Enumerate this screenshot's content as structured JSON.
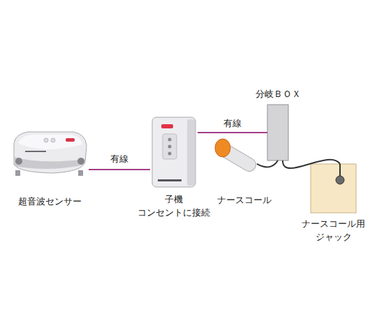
{
  "diagram": {
    "nodes": [
      {
        "text": [
          "超音波センサー"
        ]
      },
      {
        "text": [
          "子機 コンセントに接続"
        ]
      },
      {
        "text": [
          "分岐ＢＯＸ"
        ]
      },
      {
        "text": [
          "ナースコール"
        ]
      },
      {
        "text": [
          "ナースコール用 ジャック"
        ]
      }
    ],
    "edges": [
      {
        "from": 0,
        "to": 1,
        "label": "有線",
        "arrow": "none"
      },
      {
        "from": 1,
        "to": 2,
        "label": "有線",
        "arrow": "none"
      },
      {
        "from": 3,
        "to": 2,
        "arrow": "none"
      },
      {
        "from": 2,
        "to": 4,
        "arrow": "none"
      }
    ]
  }
}
